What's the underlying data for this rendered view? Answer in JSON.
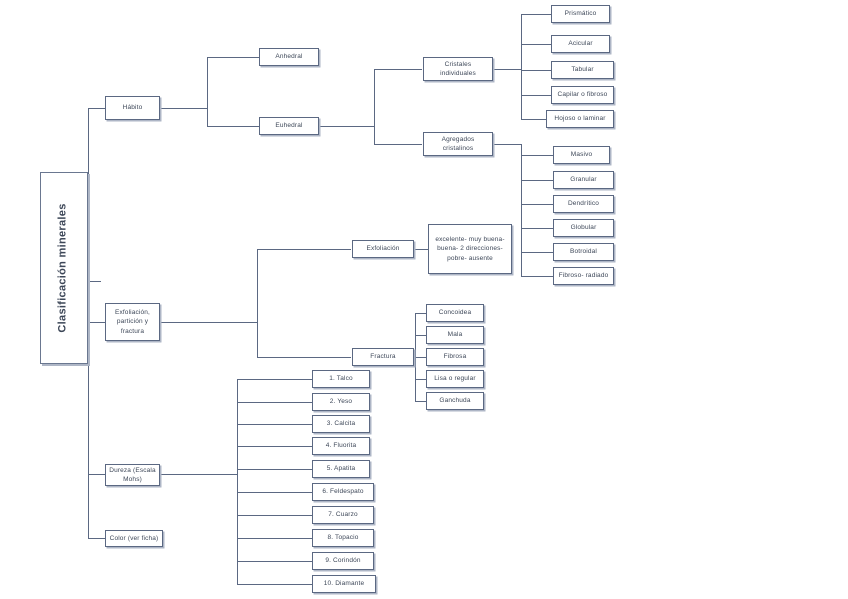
{
  "diagram": {
    "title": "Clasificación minerales",
    "type": "hierarchical-tree",
    "orientation": "left-to-right",
    "language": "es",
    "colors": {
      "node_border": "#5b6882",
      "node_fill": "#ffffff",
      "node_shadow": "#aeb6c6",
      "connector": "#5b6882",
      "text": "#3d4758",
      "background": "#ffffff"
    }
  },
  "root": {
    "label": "Clasificación minerales"
  },
  "branches": {
    "habito": {
      "label": "Hábito",
      "children": {
        "anhedral": {
          "label": "Anhedral"
        },
        "euhedral": {
          "label": "Euhedral",
          "children": {
            "cristales_individuales": {
              "label": "Cristales individuales",
              "leaves": [
                {
                  "label": "Prismático"
                },
                {
                  "label": "Acicular"
                },
                {
                  "label": "Tabular"
                },
                {
                  "label": "Capilar o fibroso"
                },
                {
                  "label": "Hojoso o laminar"
                }
              ]
            },
            "agregados_cristalinos": {
              "label": "Agregados cristalinos",
              "leaves": [
                {
                  "label": "Masivo"
                },
                {
                  "label": "Granular"
                },
                {
                  "label": "Dendrítico"
                },
                {
                  "label": "Globular"
                },
                {
                  "label": "Botroidal"
                },
                {
                  "label": "Fibroso- radiado"
                }
              ]
            }
          }
        }
      }
    },
    "exfoliacion": {
      "label": "Exfoliación, partición y fractura",
      "children": {
        "exfoliacion_node": {
          "label": "Exfoliación",
          "detail": "excelente- muy buena- buena- 2 direcciones- pobre- ausente"
        },
        "fractura": {
          "label": "Fractura",
          "leaves": [
            {
              "label": "Concoidea"
            },
            {
              "label": "Mala"
            },
            {
              "label": "Fibrosa"
            },
            {
              "label": "Lisa o regular"
            },
            {
              "label": "Ganchuda"
            }
          ]
        }
      }
    },
    "dureza": {
      "label": "Dureza (Escala Mohs)",
      "leaves": [
        {
          "label": "1. Talco"
        },
        {
          "label": "2. Yeso"
        },
        {
          "label": "3. Calcita"
        },
        {
          "label": "4. Fluorita"
        },
        {
          "label": "5. Apatita"
        },
        {
          "label": "6. Feldespato"
        },
        {
          "label": "7. Cuarzo"
        },
        {
          "label": "8. Topacio"
        },
        {
          "label": "9. Corindón"
        },
        {
          "label": "10. Diamante"
        }
      ]
    },
    "color": {
      "label": "Color (ver ficha)"
    }
  }
}
